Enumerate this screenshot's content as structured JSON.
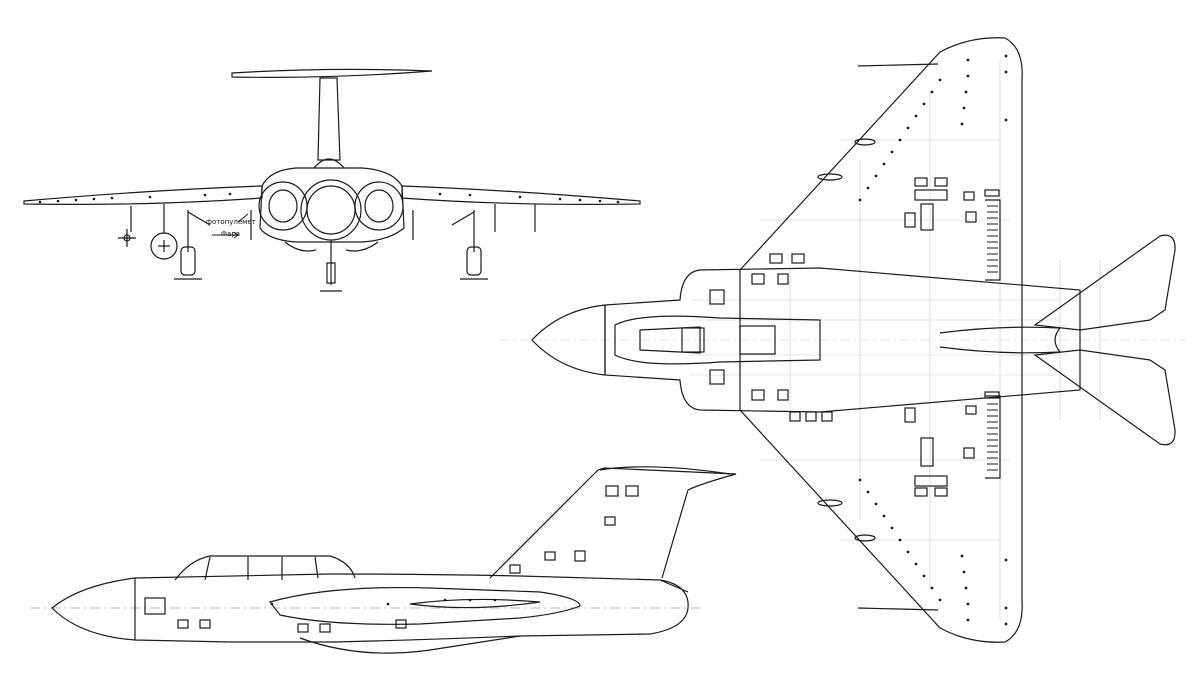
{
  "drawing": {
    "front_view": {
      "callouts": [
        {
          "id": "camera",
          "text": "фотопулемет"
        },
        {
          "id": "headlight",
          "text": "Фара"
        }
      ]
    }
  },
  "colors": {
    "line": "#1a1a1a",
    "faint": "#c8c8c8",
    "paper": "#ffffff"
  }
}
